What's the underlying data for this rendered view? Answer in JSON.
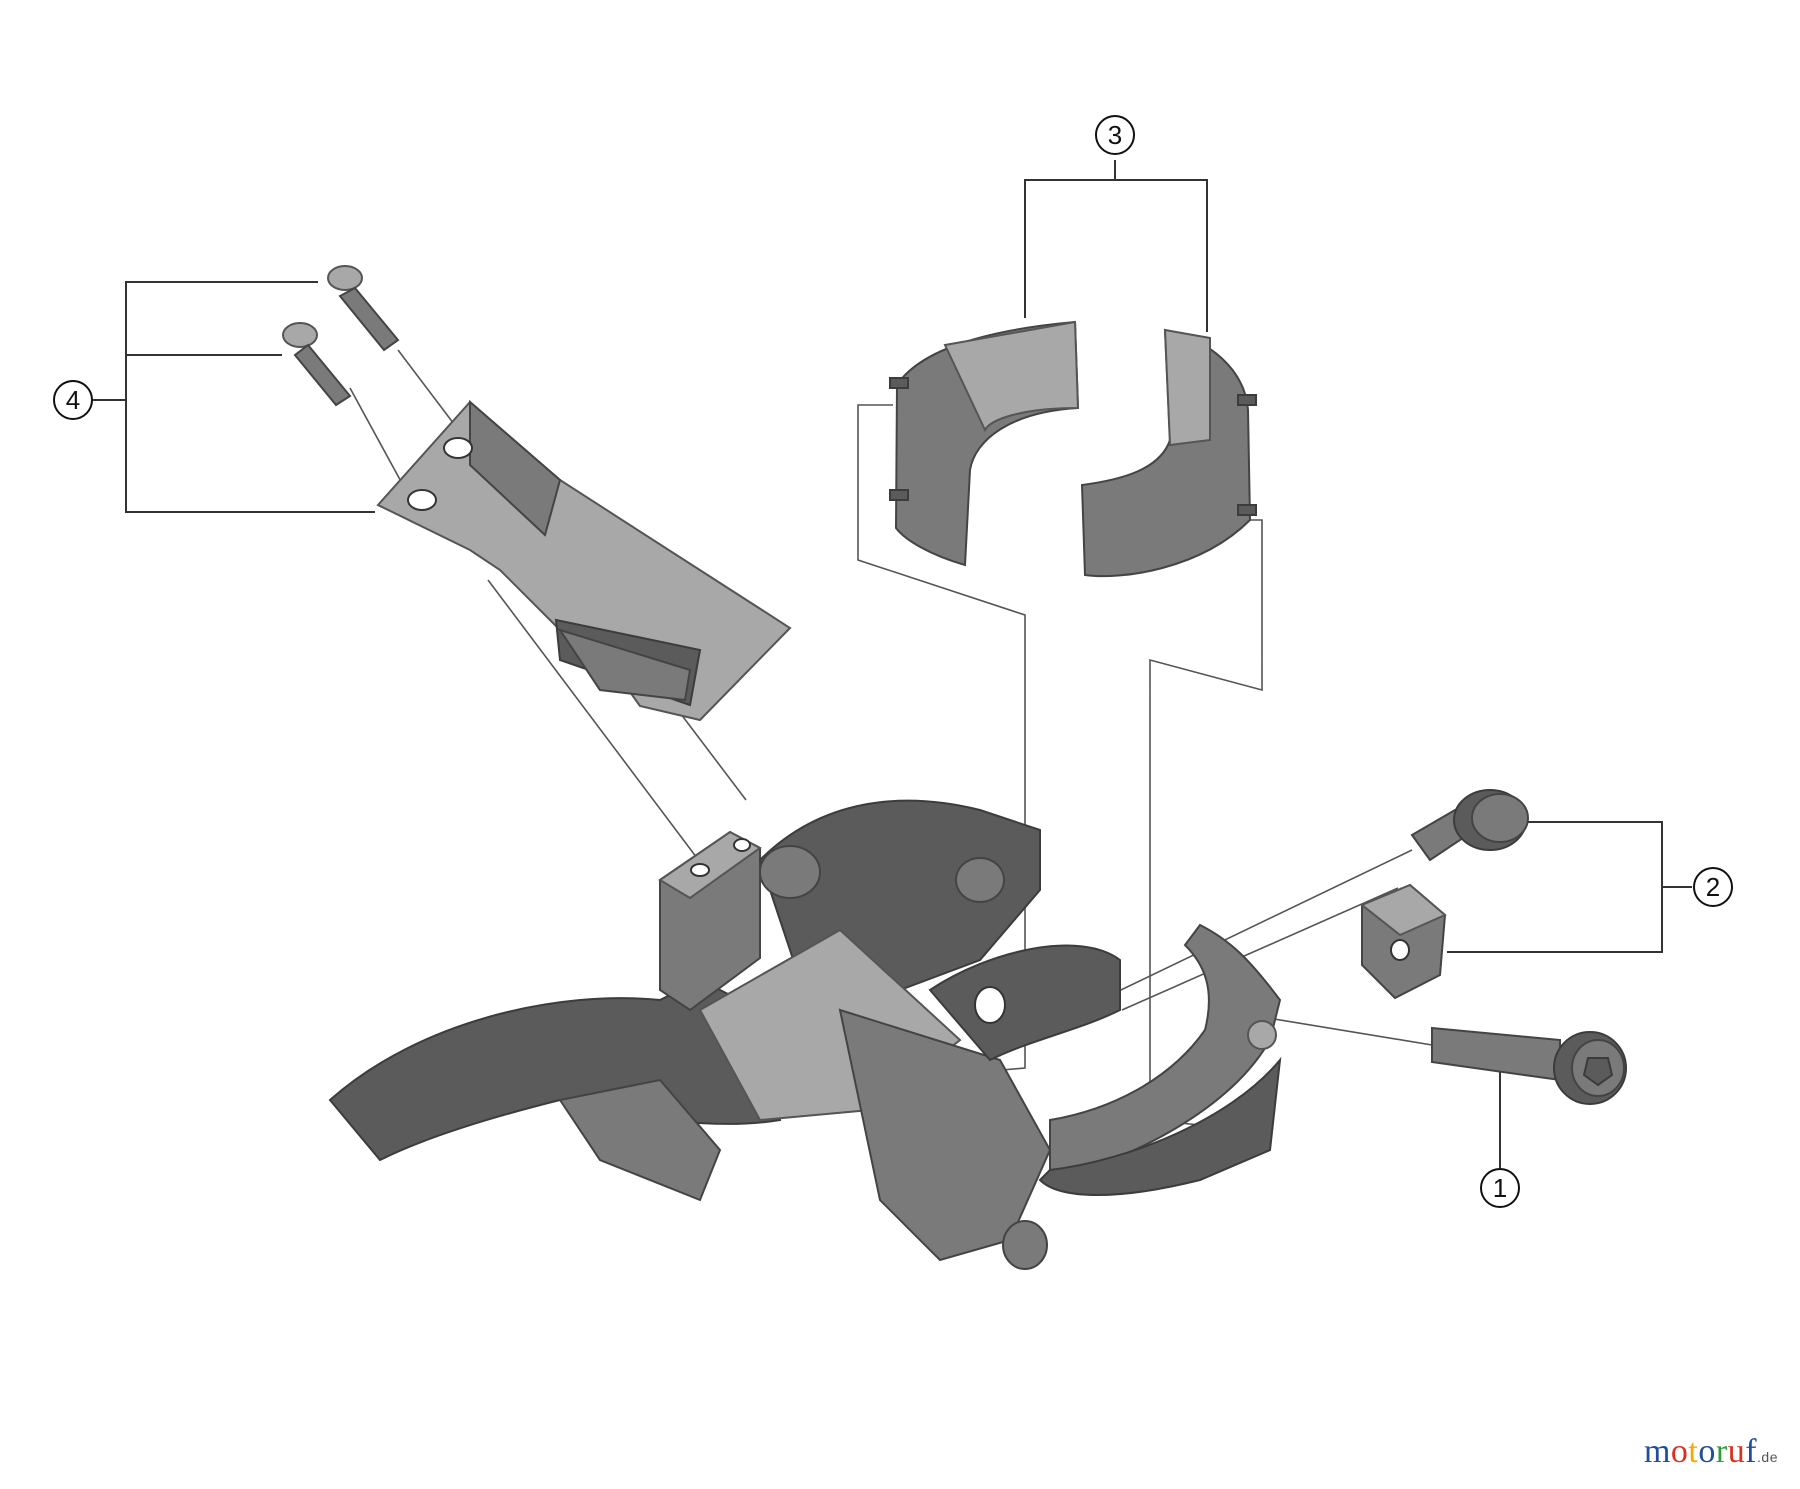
{
  "callouts": [
    {
      "number": "1",
      "part": "clamp-bolt"
    },
    {
      "number": "2",
      "part": "adjust-bolt-and-nut"
    },
    {
      "number": "3",
      "part": "clamp-adapter-shims"
    },
    {
      "number": "4",
      "part": "mount-bracket-and-screws"
    }
  ],
  "watermark": {
    "letters": [
      "m",
      "o",
      "t",
      "o",
      "r",
      "u",
      "f"
    ],
    "letter_colors": [
      "#1f4e9c",
      "#d8321f",
      "#f2a900",
      "#1f4e9c",
      "#2e9c3a",
      "#d8321f",
      "#1f4e9c"
    ],
    "tld": ".de"
  }
}
